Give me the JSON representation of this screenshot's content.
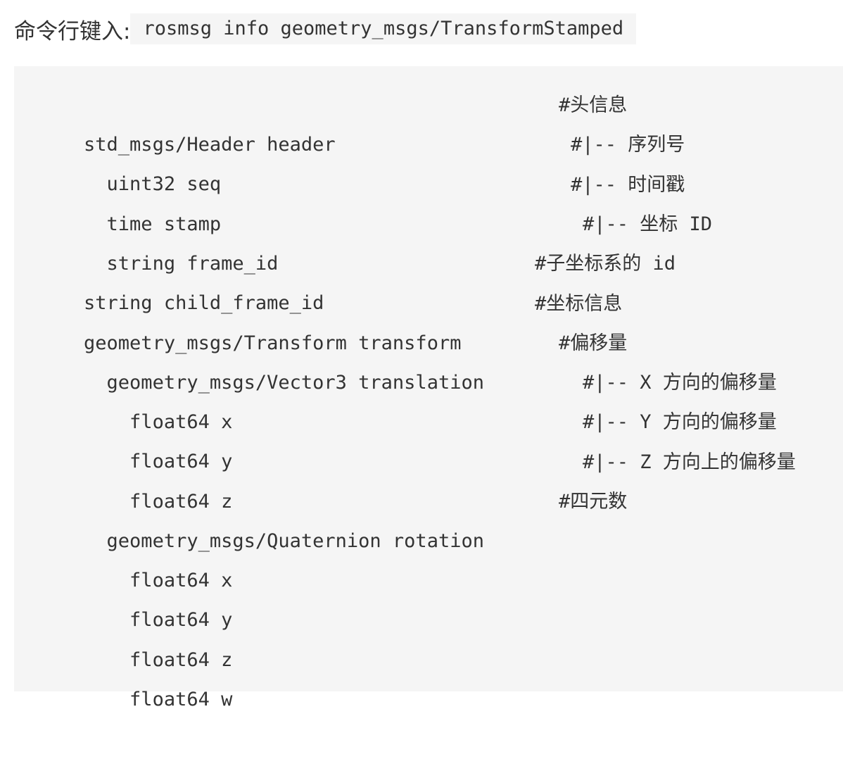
{
  "intro": {
    "label": "命令行键入:",
    "command": "rosmsg info geometry_msgs/TransformStamped"
  },
  "code_block": {
    "lines": [
      {
        "code": "std_msgs/Header header",
        "comment": "#头信息"
      },
      {
        "code": "  uint32 seq",
        "comment": "#|-- 序列号"
      },
      {
        "code": "  time stamp",
        "comment": "#|-- 时间戳"
      },
      {
        "code": "  string frame_id",
        "comment": "#|-- 坐标 ID"
      },
      {
        "code": "string child_frame_id",
        "comment": "#子坐标系的 id"
      },
      {
        "code": "geometry_msgs/Transform transform",
        "comment": "#坐标信息"
      },
      {
        "code": "  geometry_msgs/Vector3 translation",
        "comment": "#偏移量"
      },
      {
        "code": "    float64 x",
        "comment": "#|-- X 方向的偏移量"
      },
      {
        "code": "    float64 y",
        "comment": "#|-- Y 方向的偏移量"
      },
      {
        "code": "    float64 z",
        "comment": "#|-- Z 方向上的偏移量"
      },
      {
        "code": "  geometry_msgs/Quaternion rotation",
        "comment": "#四元数"
      },
      {
        "code": "    float64 x",
        "comment": ""
      },
      {
        "code": "    float64 y",
        "comment": ""
      },
      {
        "code": "    float64 z",
        "comment": ""
      },
      {
        "code": "    float64 w",
        "comment": ""
      }
    ]
  }
}
